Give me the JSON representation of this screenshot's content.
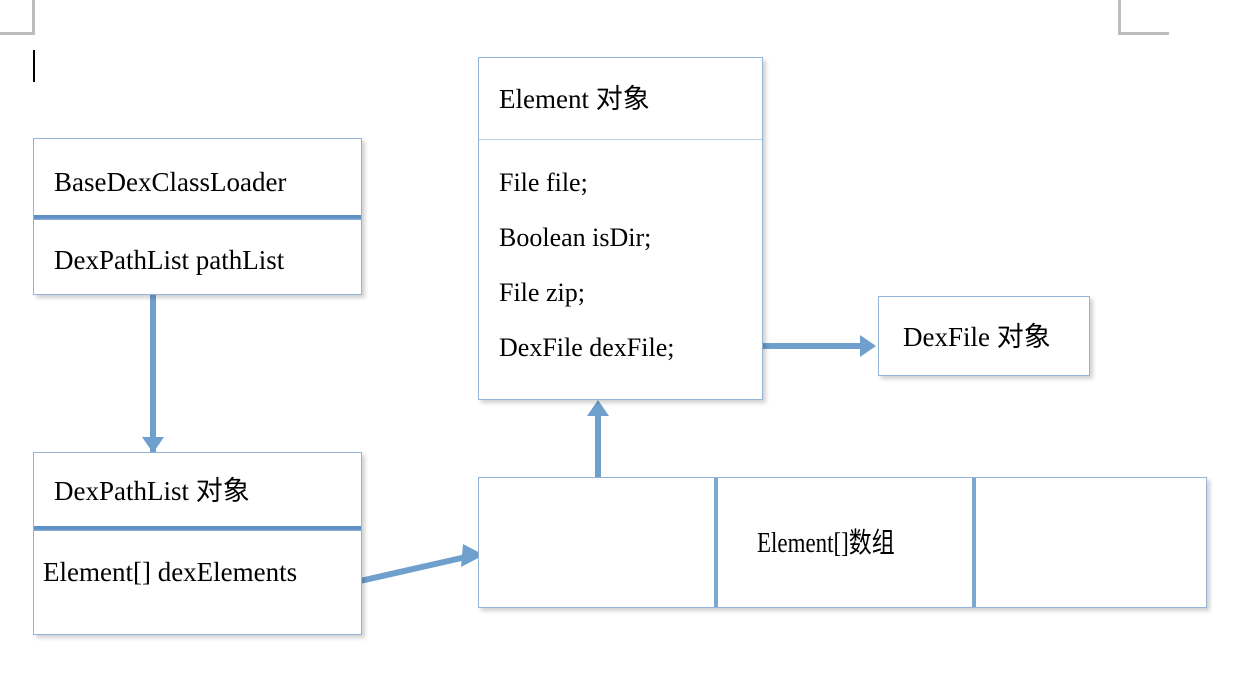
{
  "diagram": {
    "title": "Android BaseDexClassLoader / DexPathList structure",
    "accent_color": "#95b3d7",
    "divider_color": "#5d90c4",
    "connector_color": "#6e9fcd",
    "background": "#ffffff",
    "text_color": "#000000"
  },
  "boxes": {
    "base_dex_class_loader": {
      "header": "BaseDexClassLoader",
      "field": "DexPathList pathList"
    },
    "dex_path_list": {
      "header": "DexPathList 对象",
      "field": "Element[] dexElements"
    },
    "element_object": {
      "header": "Element 对象",
      "fields": [
        "File file;",
        "Boolean isDir;",
        "File zip;",
        "DexFile dexFile;"
      ]
    },
    "dex_file_object": {
      "label": "DexFile 对象"
    },
    "element_array": {
      "label": "Element[]数组",
      "cells": [
        "",
        "Element[]数组",
        ""
      ]
    }
  },
  "connectors": [
    {
      "name": "pathlist-to-dexpathlist",
      "direction": "down"
    },
    {
      "name": "dexelements-to-array",
      "direction": "right-diagonal"
    },
    {
      "name": "array-to-element",
      "direction": "up"
    },
    {
      "name": "dexfile-field-to-dexfile-object",
      "direction": "right"
    }
  ]
}
